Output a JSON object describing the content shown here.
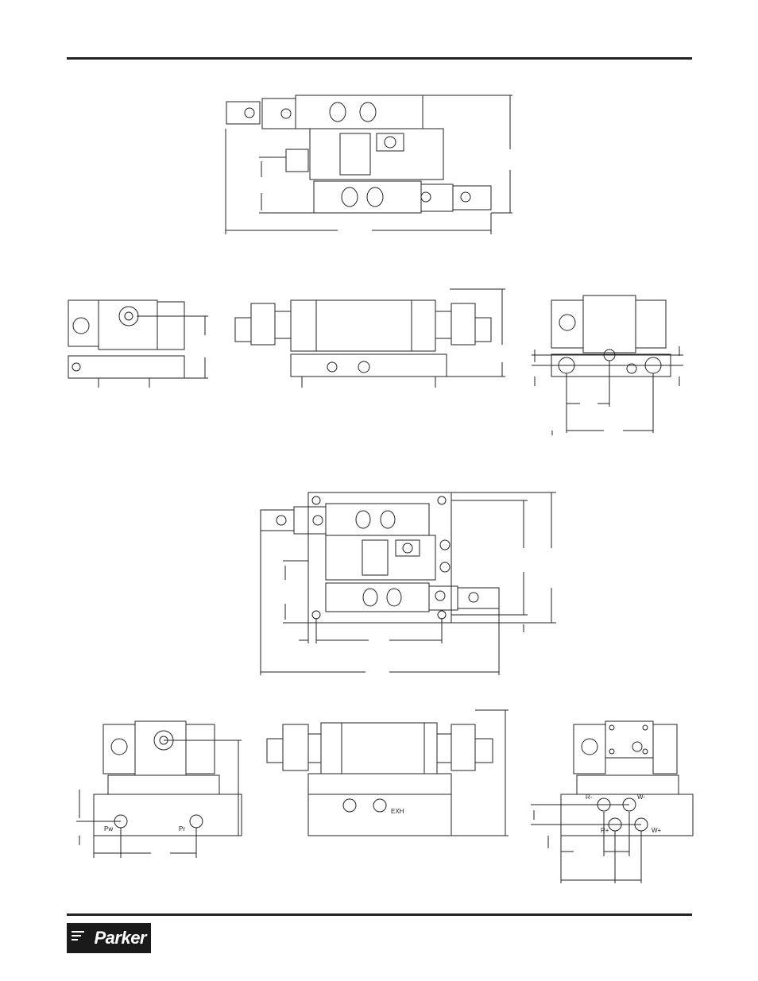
{
  "brand": {
    "name": "Parker"
  },
  "ports": {
    "pw": "Pw",
    "pr": "Pr",
    "exh": "EXH",
    "r_minus": "R-",
    "w_minus": "W-",
    "r_plus": "R+",
    "w_plus": "W+"
  }
}
